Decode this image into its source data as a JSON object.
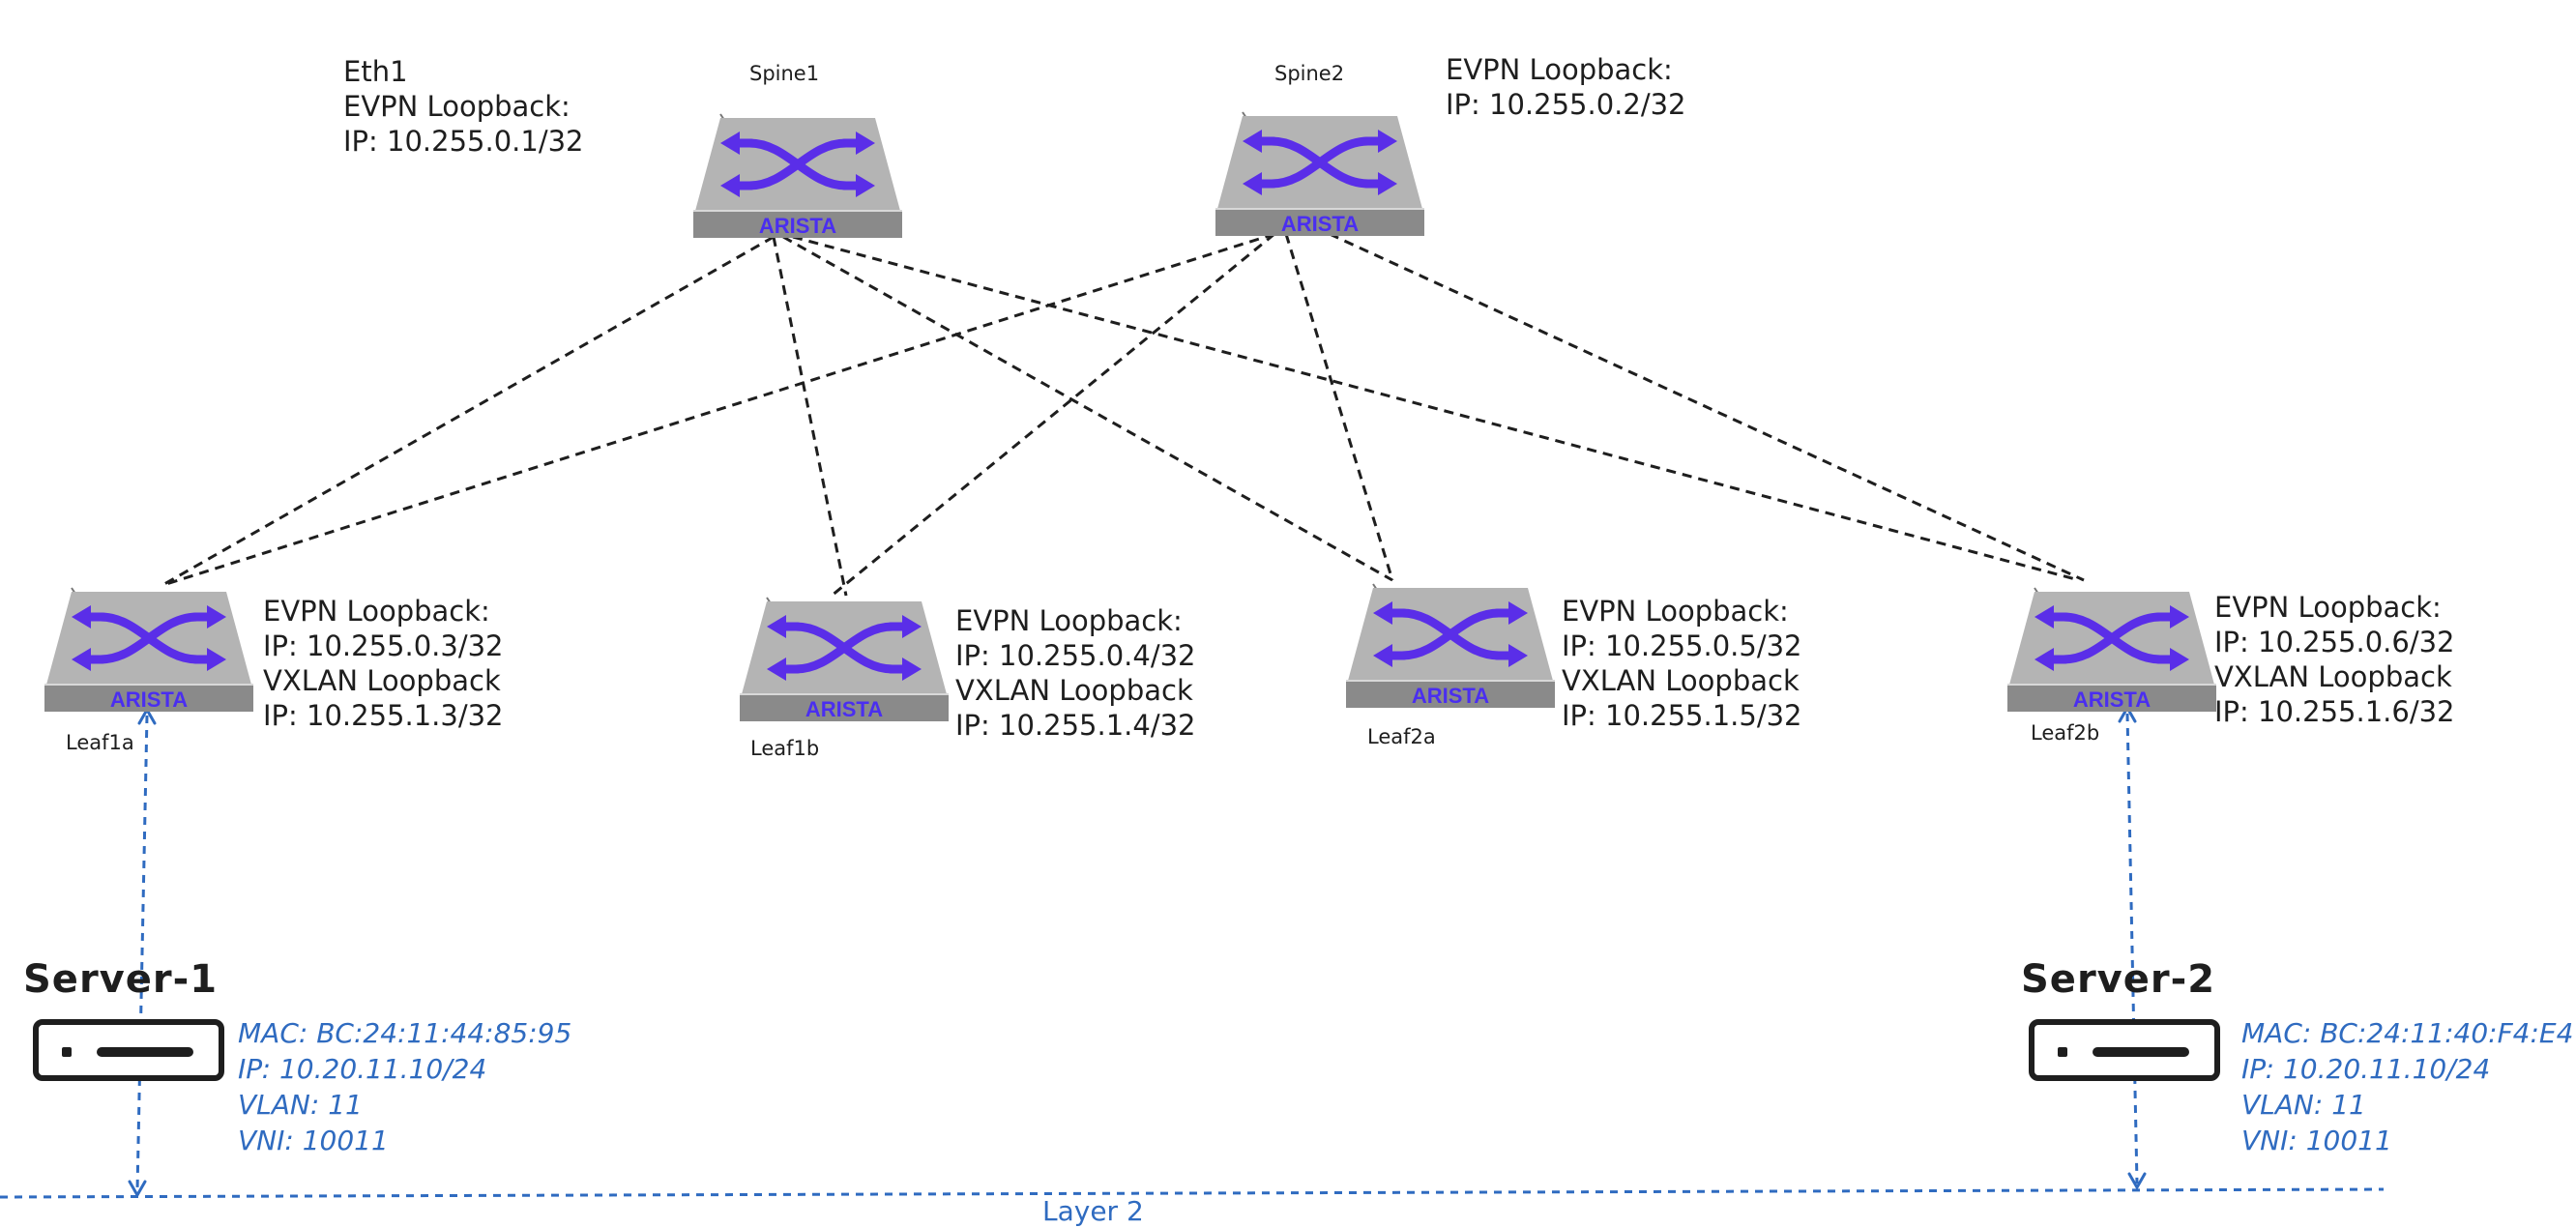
{
  "spines": [
    {
      "name": "Spine1",
      "brand": "ARISTA",
      "info": [
        "Eth1",
        "EVPN Loopback:",
        "IP: 10.255.0.1/32"
      ]
    },
    {
      "name": "Spine2",
      "brand": "ARISTA",
      "info": [
        "EVPN Loopback:",
        "IP: 10.255.0.2/32"
      ]
    }
  ],
  "leaves": [
    {
      "name": "Leaf1a",
      "brand": "ARISTA",
      "info": [
        "EVPN Loopback:",
        "IP: 10.255.0.3/32",
        "VXLAN Loopback",
        "IP: 10.255.1.3/32"
      ]
    },
    {
      "name": "Leaf1b",
      "brand": "ARISTA",
      "info": [
        "EVPN Loopback:",
        "IP: 10.255.0.4/32",
        "VXLAN Loopback",
        "IP: 10.255.1.4/32"
      ]
    },
    {
      "name": "Leaf2a",
      "brand": "ARISTA",
      "info": [
        "EVPN Loopback:",
        "IP: 10.255.0.5/32",
        "VXLAN Loopback",
        "IP: 10.255.1.5/32"
      ]
    },
    {
      "name": "Leaf2b",
      "brand": "ARISTA",
      "info": [
        "EVPN Loopback:",
        "IP: 10.255.0.6/32",
        "VXLAN Loopback",
        "IP: 10.255.1.6/32"
      ]
    }
  ],
  "servers": [
    {
      "name": "Server-1",
      "info": [
        "MAC: BC:24:11:44:85:95",
        "IP: 10.20.11.10/24",
        "VLAN: 11",
        "VNI: 10011"
      ]
    },
    {
      "name": "Server-2",
      "info": [
        "MAC: BC:24:11:40:F4:E4",
        "IP: 10.20.11.10/24",
        "VLAN: 11",
        "VNI: 10011"
      ]
    }
  ],
  "layer2_label": "Layer 2",
  "colors": {
    "switch_arrows": "#5a2ee8",
    "switch_brand": "#4a2ef0",
    "switch_body": "#9b9b9b",
    "fabric_link": "#1e1e1e",
    "layer2": "#2f6bc0",
    "text": "#1e1e1e"
  }
}
